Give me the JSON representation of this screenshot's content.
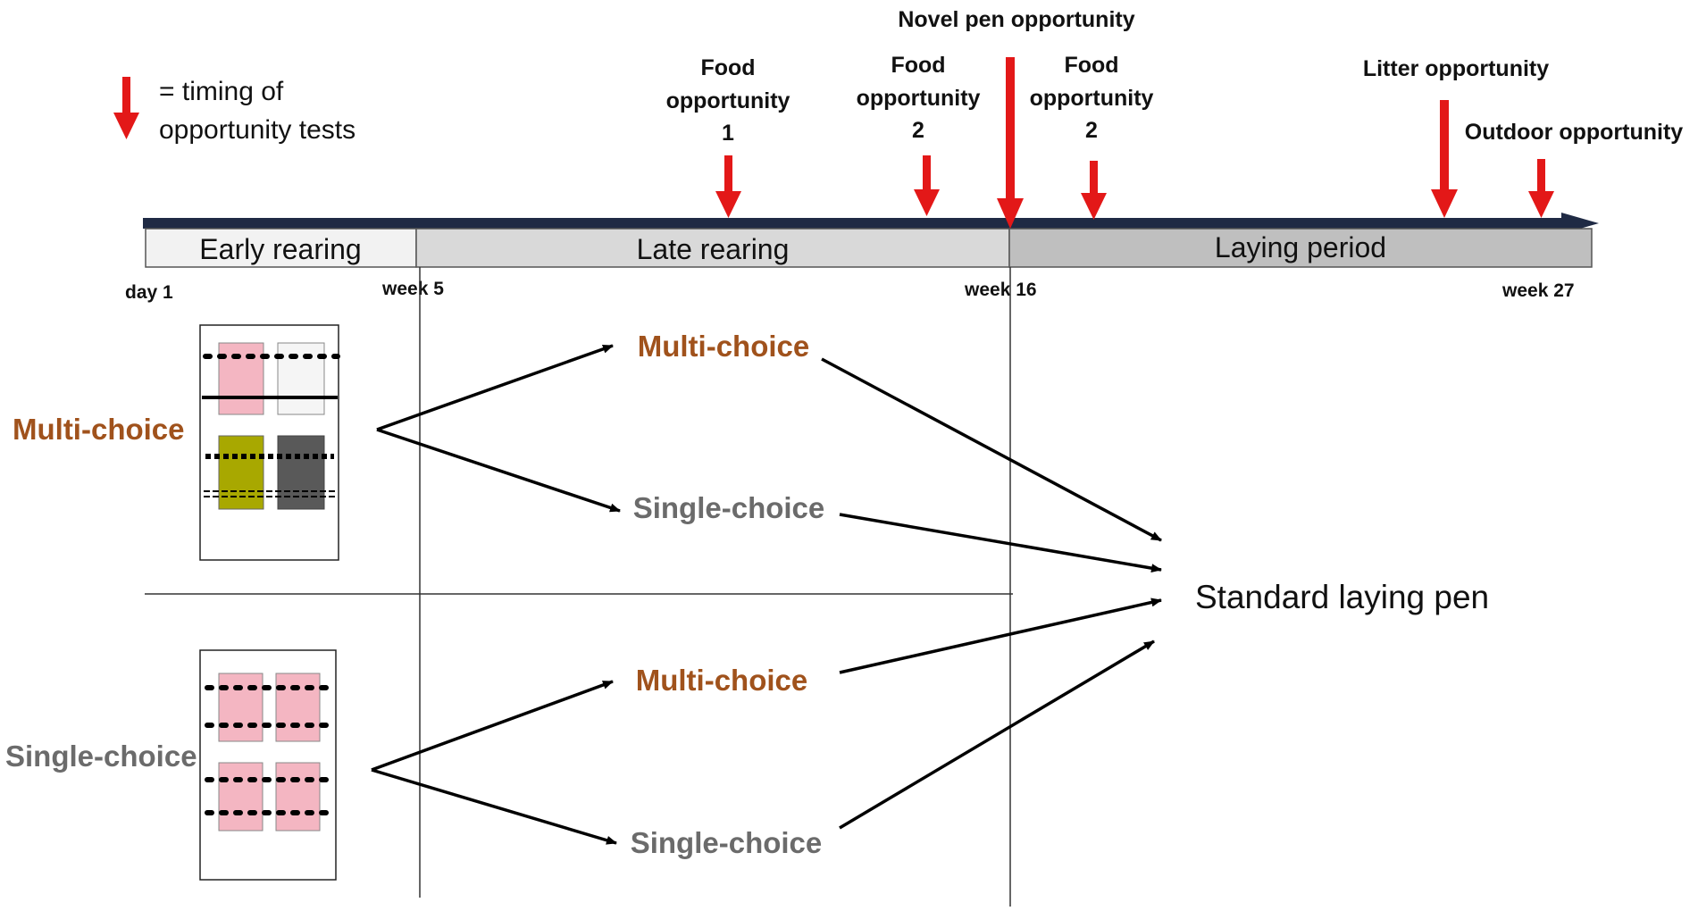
{
  "legend": {
    "line1": "= timing of",
    "line2": "opportunity tests"
  },
  "events": {
    "food1": [
      "Food",
      "opportunity",
      "1"
    ],
    "food2a": [
      "Food",
      "opportunity",
      "2"
    ],
    "novel_pen": "Novel pen opportunity",
    "food2b": [
      "Food",
      "opportunity",
      "2"
    ],
    "litter": "Litter opportunity",
    "outdoor": "Outdoor opportunity"
  },
  "periods": {
    "early": "Early rearing",
    "late": "Late rearing",
    "laying": "Laying period"
  },
  "timepoints": {
    "day1": "day 1",
    "week5": "week 5",
    "week16": "week 16",
    "week27": "week 27"
  },
  "groups": {
    "early_multi": "Multi-choice",
    "early_single": "Single-choice",
    "late_mm": "Multi-choice",
    "late_ms": "Single-choice",
    "late_sm": "Multi-choice",
    "late_ss": "Single-choice",
    "final": "Standard laying pen"
  },
  "colors": {
    "timeline_bar": "#1f2a44",
    "arrow_red": "#e31818",
    "multi_label": "#a0521c",
    "single_label": "#6b6b6b",
    "early_fill": "#f2f2f2",
    "late_fill": "#d9d9d9",
    "laying_fill": "#bfbfbf",
    "pen_pink": "#f4b6c2",
    "pen_olive": "#a8a800",
    "pen_dark": "#595959"
  }
}
